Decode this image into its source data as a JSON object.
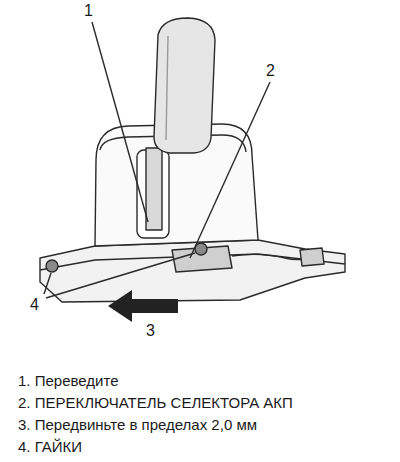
{
  "diagram": {
    "labels": [
      "1",
      "2",
      "3",
      "4",
      "1. Переведите",
      "2. ПЕРЕКЛЮЧАТЕЛЬ СЕЛЕКТОРА АКП",
      "3. Передвиньте в пределах 2,0 мм",
      "4. ГАЙКИ"
    ]
  }
}
